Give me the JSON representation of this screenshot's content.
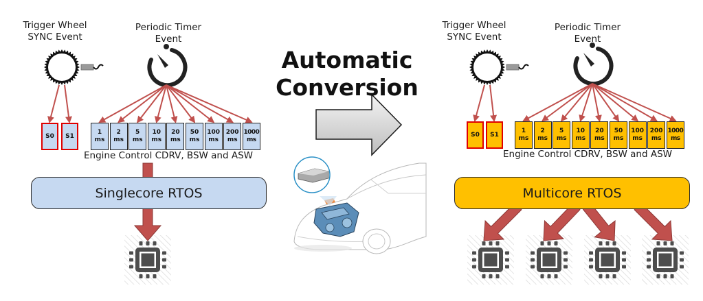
{
  "center": {
    "title_line1": "Automatic",
    "title_line2": "Conversion",
    "arrow_icon": "right-arrow-icon",
    "illustration": "car-engine-ecu-illustration"
  },
  "colors": {
    "single_fill": "#c6d9f1",
    "multi_fill": "#ffc000",
    "arrow_red": "#c0504d",
    "sync_border": "#e00000",
    "chip_gray": "#4d4d4d"
  },
  "panels": [
    {
      "id": "singlecore",
      "trigger_label_line1": "Trigger Wheel",
      "trigger_label_line2": "SYNC Event",
      "timer_label_line1": "Periodic Timer",
      "timer_label_line2": "Event",
      "sync_tasks": [
        "S0",
        "S1"
      ],
      "periodic_tasks": [
        {
          "value": "1",
          "unit": "ms"
        },
        {
          "value": "2",
          "unit": "ms"
        },
        {
          "value": "5",
          "unit": "ms"
        },
        {
          "value": "10",
          "unit": "ms"
        },
        {
          "value": "20",
          "unit": "ms"
        },
        {
          "value": "50",
          "unit": "ms"
        },
        {
          "value": "100",
          "unit": "ms"
        },
        {
          "value": "200",
          "unit": "ms"
        },
        {
          "value": "1000",
          "unit": "ms"
        }
      ],
      "software_label": "Engine Control CDRV, BSW and ASW",
      "rtos_label": "Singlecore RTOS",
      "core_count": 1
    },
    {
      "id": "multicore",
      "trigger_label_line1": "Trigger Wheel",
      "trigger_label_line2": "SYNC Event",
      "timer_label_line1": "Periodic Timer",
      "timer_label_line2": "Event",
      "sync_tasks": [
        "S0",
        "S1"
      ],
      "periodic_tasks": [
        {
          "value": "1",
          "unit": "ms"
        },
        {
          "value": "2",
          "unit": "ms"
        },
        {
          "value": "5",
          "unit": "ms"
        },
        {
          "value": "10",
          "unit": "ms"
        },
        {
          "value": "20",
          "unit": "ms"
        },
        {
          "value": "50",
          "unit": "ms"
        },
        {
          "value": "100",
          "unit": "ms"
        },
        {
          "value": "200",
          "unit": "ms"
        },
        {
          "value": "1000",
          "unit": "ms"
        }
      ],
      "software_label": "Engine Control CDRV, BSW and ASW",
      "rtos_label": "Multicore RTOS",
      "core_count": 4
    }
  ]
}
